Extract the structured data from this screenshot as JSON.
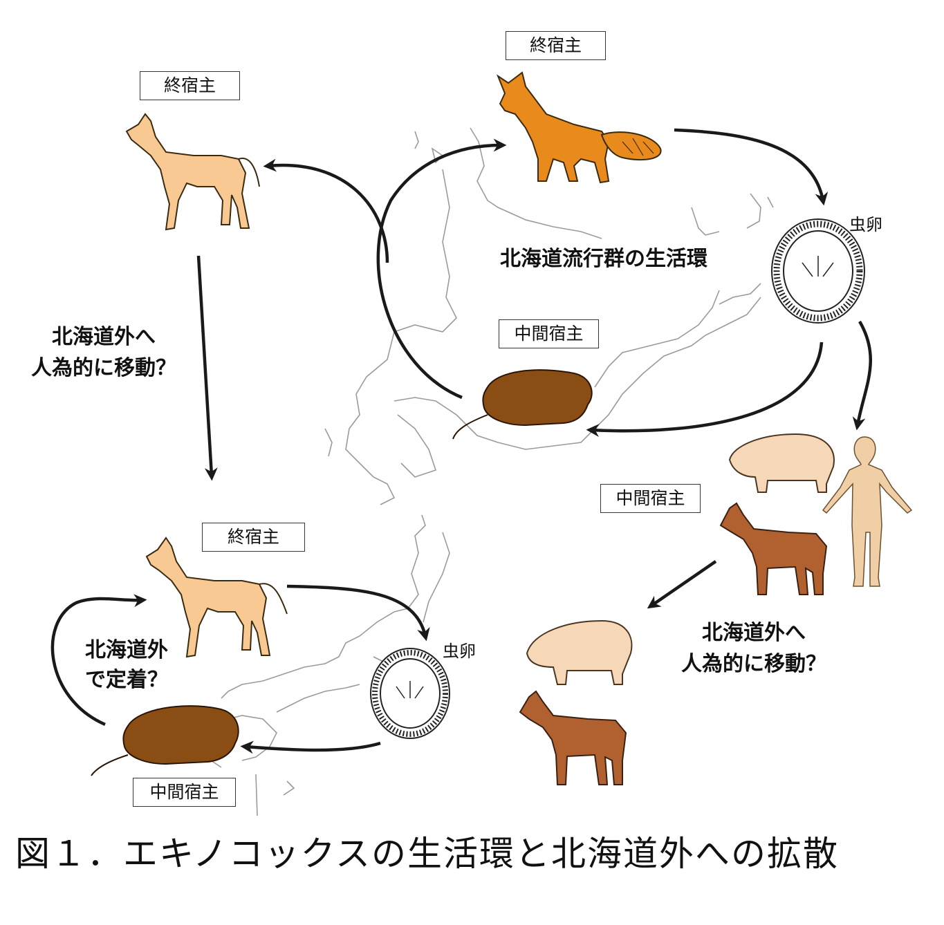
{
  "labels": {
    "definitive_host": "終宿主",
    "intermediate_host": "中間宿主",
    "egg": "虫卵",
    "hokkaido_cycle": "北海道流行群の生活環",
    "move_out_line1": "北海道外へ",
    "move_out_line2": "人為的に移動？",
    "settle_line1": "北海道外",
    "settle_line2": "で定着？"
  },
  "caption": "図１．エキノコックスの生活環と北海道外への拡散",
  "colors": {
    "fox": "#e98a1c",
    "dog": "#f8c993",
    "vole": "#8a4d13",
    "pig": "#f6d7b7",
    "horse": "#b0612f",
    "human": "#f1cfa6",
    "map_line": "#9a9a9a",
    "arrow": "#1a1a1a"
  }
}
